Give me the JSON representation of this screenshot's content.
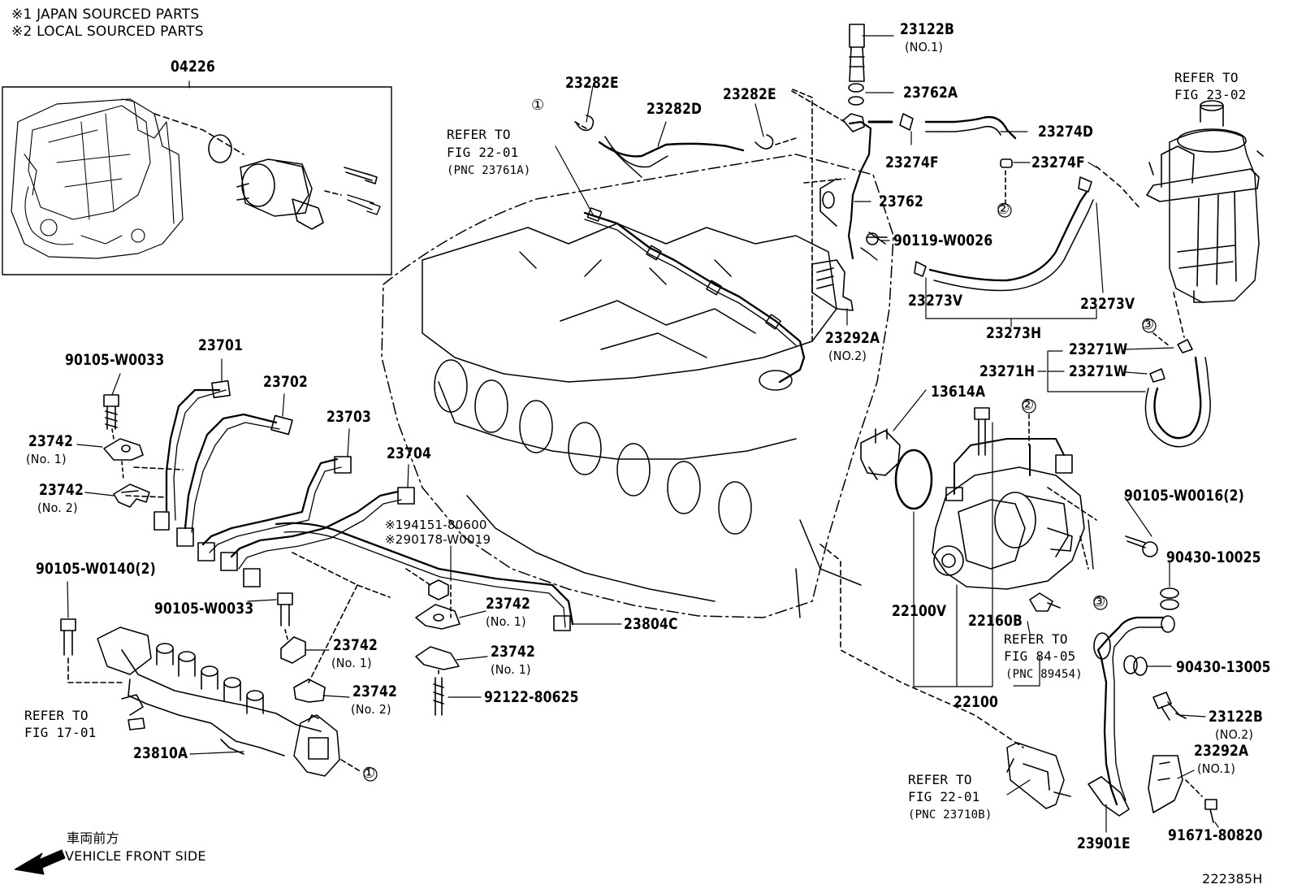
{
  "notes": {
    "japan": "※1 JAPAN SOURCED PARTS",
    "local": "※2 LOCAL SOURCED PARTS"
  },
  "figure_id": "222385H",
  "direction": {
    "jp": "車両前方",
    "en": "VEHICLE FRONT SIDE"
  },
  "callouts": {
    "c1": "①",
    "c2": "②",
    "c3": "③"
  },
  "parts": {
    "p04226": "04226",
    "p23122B_1": "23122B",
    "p23122B_1_sub": "(NO.1)",
    "p23762A": "23762A",
    "p23282E_a": "23282E",
    "p23282D": "23282D",
    "p23282E_b": "23282E",
    "p23274D": "23274D",
    "p23274F_a": "23274F",
    "p23274F_b": "23274F",
    "p23762": "23762",
    "p90119": "90119-W0026",
    "p23273V_a": "23273V",
    "p23273V_b": "23273V",
    "p23273H": "23273H",
    "p23292A_2": "23292A",
    "p23292A_2_sub": "(NO.2)",
    "p23271W_a": "23271W",
    "p23271W_b": "23271W",
    "p23271H": "23271H",
    "p13614A": "13614A",
    "p90105_w0033_a": "90105-W0033",
    "p23701": "23701",
    "p23702": "23702",
    "p23703": "23703",
    "p23704": "23704",
    "p23742_a": "23742",
    "p23742_a_sub": "(No. 1)",
    "p23742_b": "23742",
    "p23742_b_sub": "(No. 2)",
    "p94151": "※194151-80600",
    "p90178": "※290178-W0019",
    "p90105_w0140": "90105-W0140(2)",
    "p90105_w0033_b": "90105-W0033",
    "p23742_c": "23742",
    "p23742_c_sub": "(No. 1)",
    "p23742_d": "23742",
    "p23742_d_sub": "(No. 1)",
    "p23742_e": "23742",
    "p23742_e_sub": "(No. 1)",
    "p23742_f": "23742",
    "p23742_f_sub": "(No. 2)",
    "p23804C": "23804C",
    "p92122": "92122-80625",
    "p23810A": "23810A",
    "p90105_w0016": "90105-W0016(2)",
    "p90430_10025": "90430-10025",
    "p22100V": "22100V",
    "p22160B": "22160B",
    "p22100": "22100",
    "p90430_13005": "90430-13005",
    "p23122B_2": "23122B",
    "p23122B_2_sub": "(NO.2)",
    "p23292A_1": "23292A",
    "p23292A_1_sub": "(NO.1)",
    "p91671": "91671-80820",
    "p23901E": "23901E"
  },
  "refs": {
    "r2302_a": "REFER TO",
    "r2302_b": "FIG 23-02",
    "r2201a_a": "REFER TO",
    "r2201a_b": "FIG 22-01",
    "r2201a_c": "(PNC 23761A)",
    "r1701_a": "REFER TO",
    "r1701_b": "FIG 17-01",
    "r8405_a": "REFER TO",
    "r8405_b": "FIG 84-05",
    "r8405_c": "(PNC 89454)",
    "r2201b_a": "REFER TO",
    "r2201b_b": "FIG 22-01",
    "r2201b_c": "(PNC 23710B)"
  }
}
